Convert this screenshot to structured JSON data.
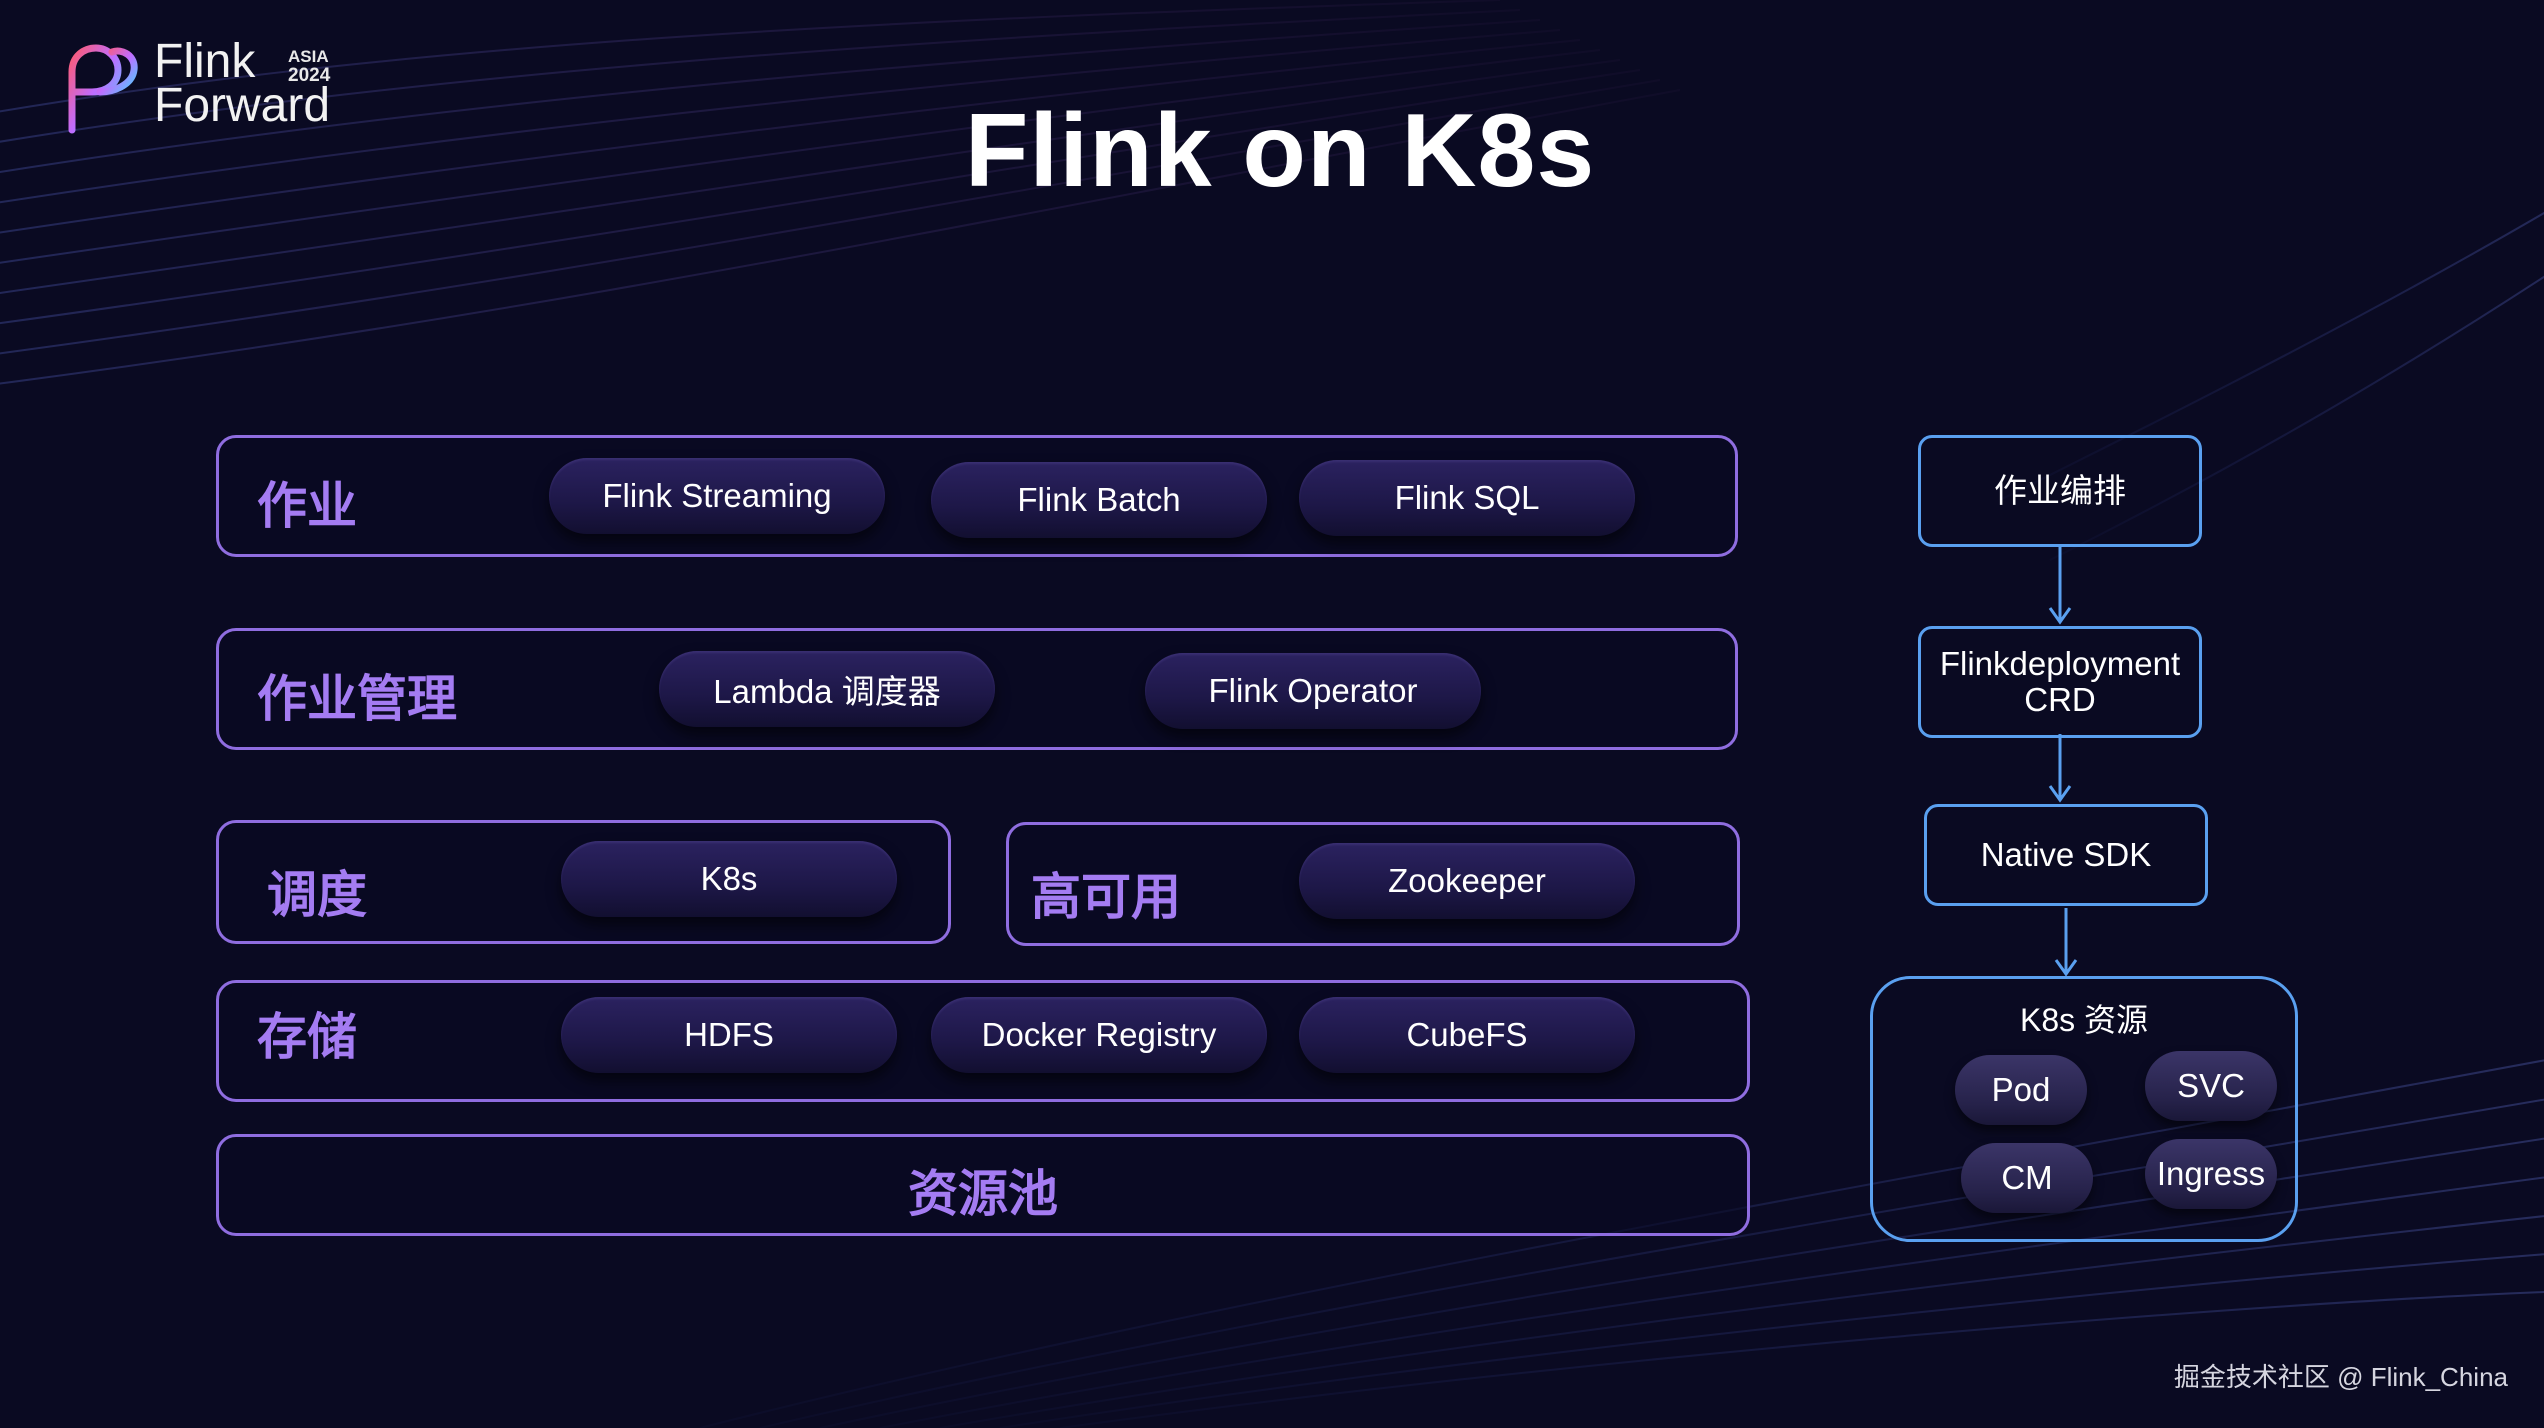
{
  "logo": {
    "line1": "Flink",
    "line2": "Forward",
    "badge_top": "ASIA",
    "badge_year": "2024"
  },
  "title": "Flink on K8s",
  "layers": {
    "job": {
      "label": "作业",
      "items": [
        "Flink Streaming",
        "Flink Batch",
        "Flink SQL"
      ]
    },
    "job_management": {
      "label": "作业管理",
      "items": [
        "Lambda 调度器",
        "Flink Operator"
      ]
    },
    "scheduling": {
      "label": "调度",
      "items": [
        "K8s"
      ]
    },
    "high_availability": {
      "label": "高可用",
      "items": [
        "Zookeeper"
      ]
    },
    "storage": {
      "label": "存储",
      "items": [
        "HDFS",
        "Docker Registry",
        "CubeFS"
      ]
    },
    "resource_pool": {
      "label": "资源池"
    }
  },
  "flow": {
    "steps": [
      "作业编排",
      "Flinkdeployment CRD",
      "Native SDK"
    ],
    "k8s_resources": {
      "title": "K8s 资源",
      "items": [
        "Pod",
        "SVC",
        "CM",
        "Ingress"
      ]
    }
  },
  "colors": {
    "background": "#0a0a22",
    "layer_border": "#8f6de0",
    "layer_label": "#a47cf2",
    "flow_border": "#5aa0f0"
  },
  "watermark": "掘金技术社区 @ Flink_China"
}
